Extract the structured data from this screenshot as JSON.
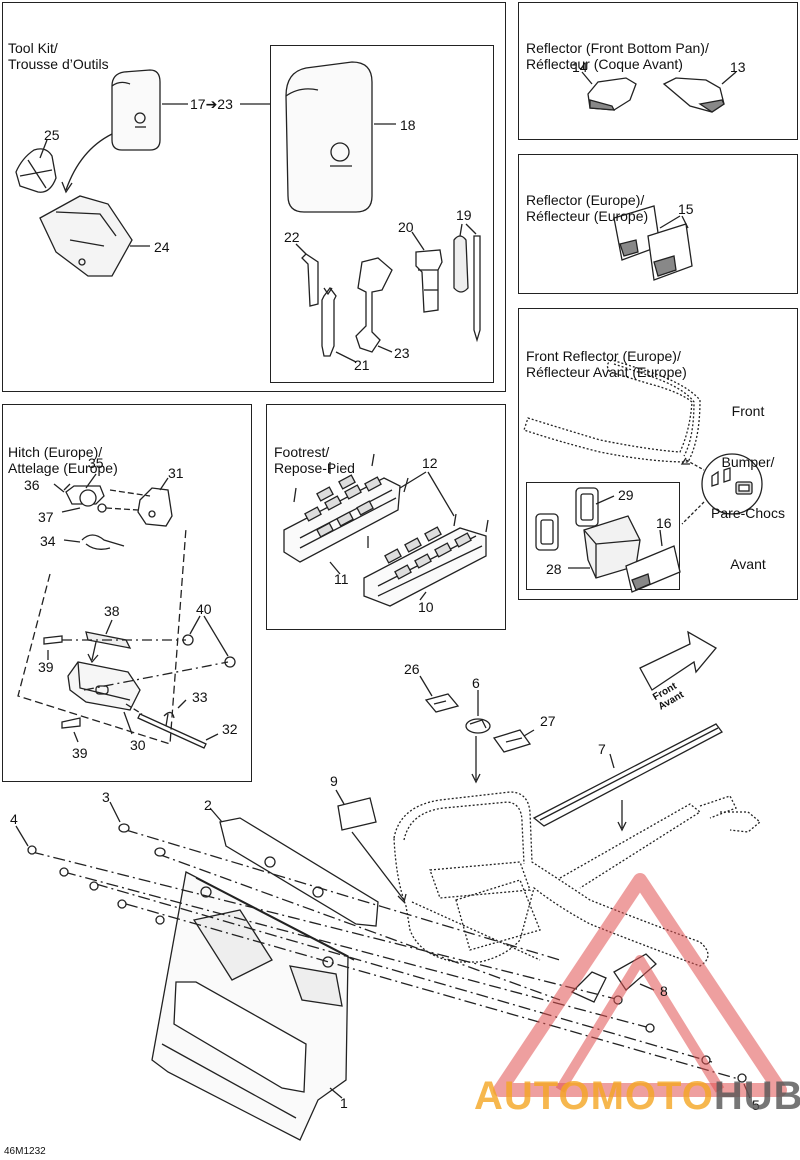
{
  "figure_code": "46M1232",
  "watermark": {
    "part1": "AUTO",
    "part2": "MOTO",
    "part3": "HUB",
    "color_orange": "#f5a623",
    "color_red": "#e05050",
    "color_gray": "#555555"
  },
  "panels": {
    "tool_kit": {
      "title_line1": "Tool Kit/",
      "title_line2": "Trousse d’Outils"
    },
    "reflector_front_bottom_pan": {
      "title_line1": "Reflector (Front Bottom Pan)/",
      "title_line2": "Réflecteur (Coque Avant)"
    },
    "reflector_europe": {
      "title_line1": "Reflector (Europe)/",
      "title_line2": "Réflecteur (Europe)"
    },
    "front_reflector_europe": {
      "title_line1": "Front Reflector (Europe)/",
      "title_line2": "Réflecteur Avant (Europe)"
    },
    "hitch_europe": {
      "title_line1": "Hitch (Europe)/",
      "title_line2": "Attelage (Europe)"
    },
    "footrest": {
      "title_line1": "Footrest/",
      "title_line2": "Repose-Pied"
    }
  },
  "callouts": {
    "tool_kit_range": "17➔23",
    "front_bumper_line1": "Front",
    "front_bumper_line2": "Bumper/",
    "front_bumper_line3": "Pare-Chocs",
    "front_bumper_line4": "Avant",
    "front_arrow_line1": "Front",
    "front_arrow_line2": "Avant"
  },
  "part_numbers": {
    "p1": "1",
    "p2": "2",
    "p3": "3",
    "p4": "4",
    "p5": "5",
    "p6": "6",
    "p7": "7",
    "p8": "8",
    "p9": "9",
    "p10": "10",
    "p11": "11",
    "p12": "12",
    "p13": "13",
    "p14": "14",
    "p15": "15",
    "p16": "16",
    "p18": "18",
    "p19": "19",
    "p20": "20",
    "p21": "21",
    "p22": "22",
    "p23a": "23",
    "p24": "24",
    "p25": "25",
    "p26": "26",
    "p27": "27",
    "p28": "28",
    "p29": "29",
    "p30": "30",
    "p31": "31",
    "p32": "32",
    "p33": "33",
    "p34": "34",
    "p35": "35",
    "p36": "36",
    "p37": "37",
    "p38": "38",
    "p39a": "39",
    "p39b": "39",
    "p40": "40"
  }
}
